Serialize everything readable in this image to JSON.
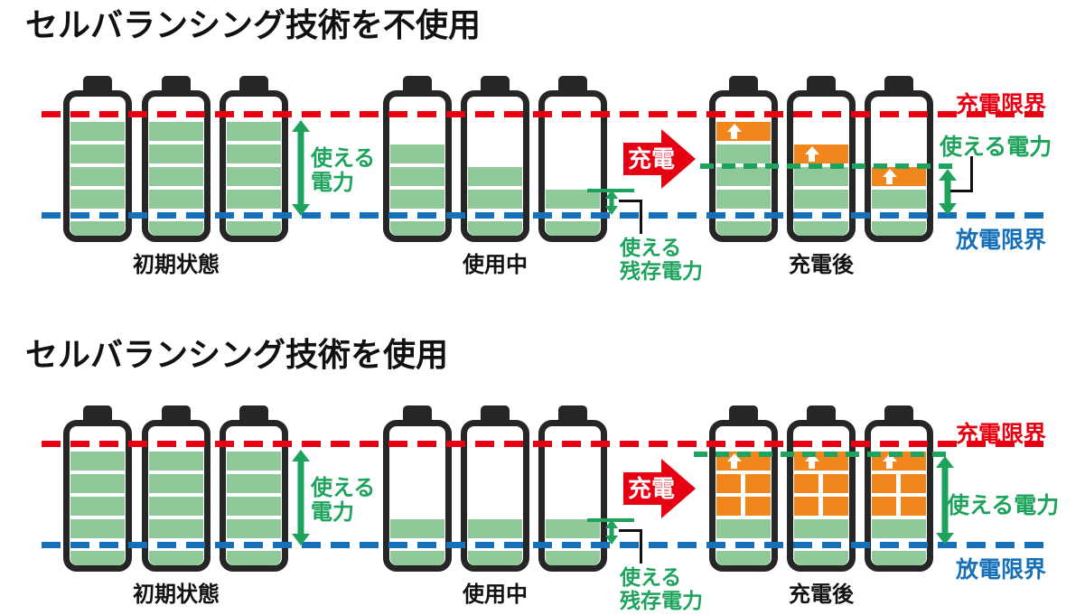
{
  "colors": {
    "battery_border": "#262626",
    "green_fill": "#8fc899",
    "green_accent": "#1da35c",
    "red": "#e60012",
    "blue": "#1570b8",
    "orange": "#f0861c",
    "text": "#111111",
    "white": "#ffffff",
    "background": "#ffffff"
  },
  "sections": [
    {
      "title": "セルバランシング技術を不使用",
      "labels": {
        "charge_limit": "充電限界",
        "discharge_limit": "放電限界",
        "usable_power": "使える電力",
        "usable_power_2line": "使える\n電力",
        "usable_remaining": "使える\n残存電力",
        "charge": "充電"
      },
      "groups": [
        {
          "caption": "初期状態",
          "batteries": [
            [
              "g",
              "g",
              "g",
              "g"
            ],
            [
              "g",
              "g",
              "g",
              "g"
            ],
            [
              "g",
              "g",
              "g",
              "g"
            ]
          ]
        },
        {
          "caption": "使用中",
          "batteries": [
            [
              null,
              "g",
              "g",
              "g"
            ],
            [
              null,
              null,
              "g",
              "g"
            ],
            [
              null,
              null,
              null,
              "g"
            ]
          ]
        },
        {
          "caption": "充電後",
          "batteries": [
            [
              "oa",
              "g",
              "g",
              "g"
            ],
            [
              null,
              "oa",
              "g",
              "g"
            ],
            [
              null,
              null,
              "oa",
              "g"
            ]
          ]
        }
      ]
    },
    {
      "title": "セルバランシング技術を使用",
      "labels": {
        "charge_limit": "充電限界",
        "discharge_limit": "放電限界",
        "usable_power": "使える電力",
        "usable_power_2line": "使える\n電力",
        "usable_remaining": "使える\n残存電力",
        "charge": "充電"
      },
      "groups": [
        {
          "caption": "初期状態",
          "batteries": [
            [
              "g",
              "g",
              "g",
              "g"
            ],
            [
              "g",
              "g",
              "g",
              "g"
            ],
            [
              "g",
              "g",
              "g",
              "g"
            ]
          ]
        },
        {
          "caption": "使用中",
          "batteries": [
            [
              null,
              null,
              null,
              "g"
            ],
            [
              null,
              null,
              null,
              "g"
            ],
            [
              null,
              null,
              null,
              "g"
            ]
          ]
        },
        {
          "caption": "充電後",
          "batteries": [
            [
              "oa",
              "o2",
              "o2",
              "g"
            ],
            [
              "oa",
              "o2",
              "o2",
              "g"
            ],
            [
              "oa",
              "o2",
              "o2",
              "g"
            ]
          ]
        }
      ]
    }
  ]
}
